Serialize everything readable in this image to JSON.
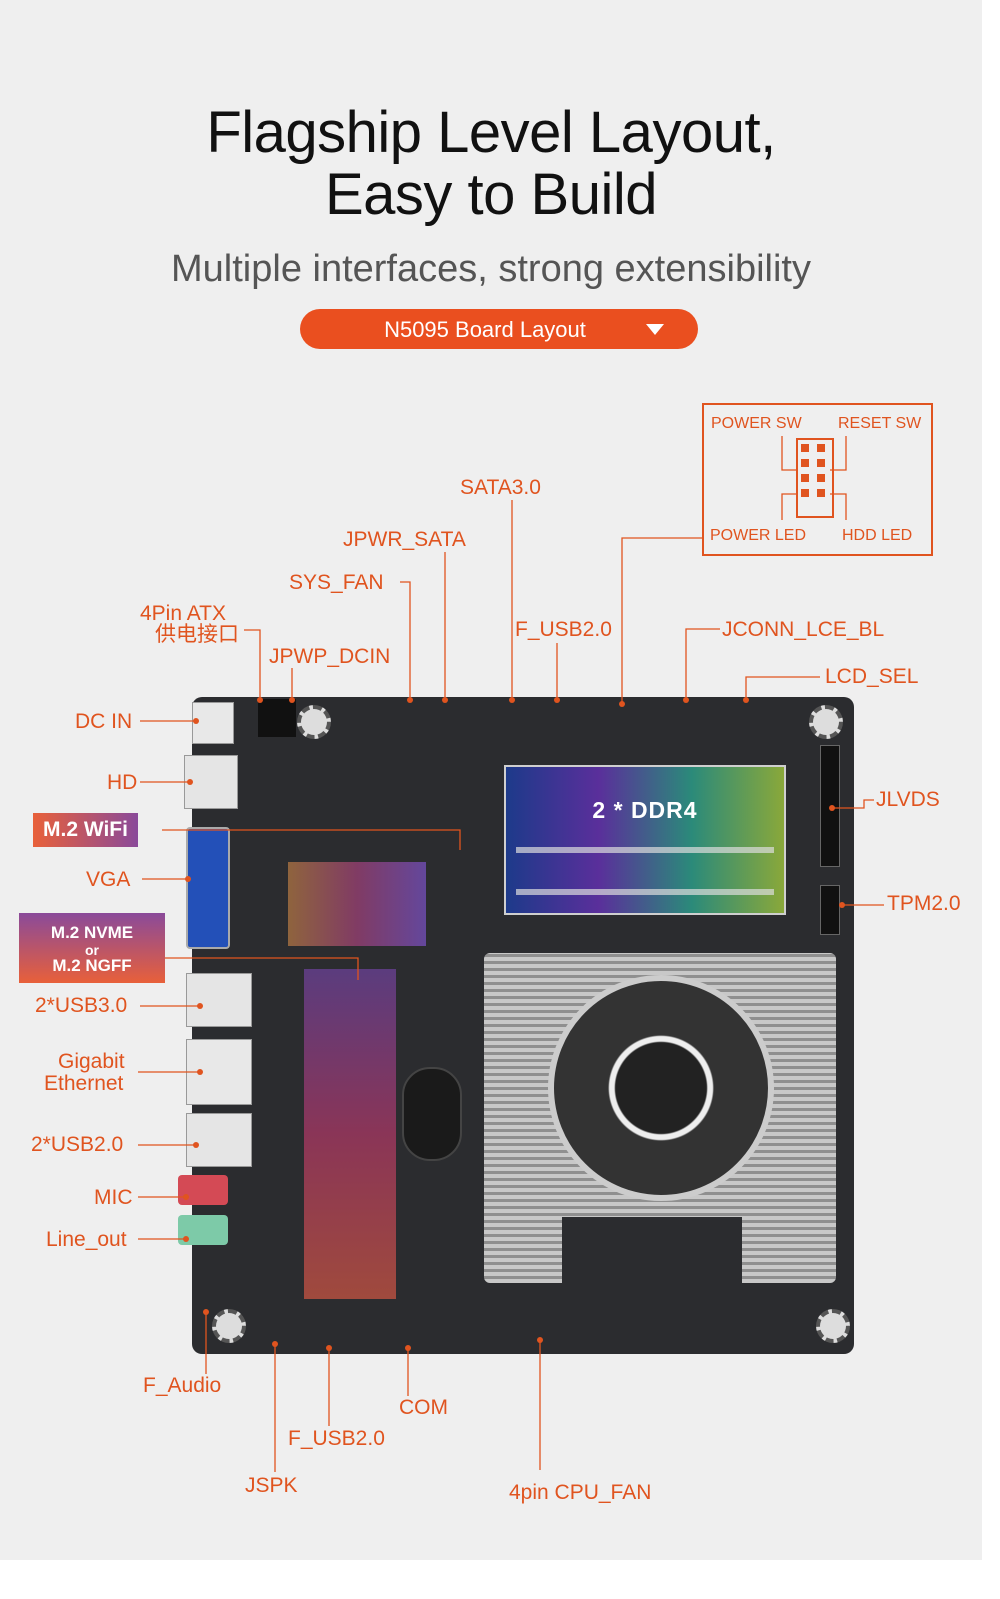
{
  "heading": {
    "title_line1": "Flagship Level Layout,",
    "title_line2": "Easy to Build",
    "subtitle": "Multiple interfaces, strong extensibility"
  },
  "selector": {
    "label": "N5095 Board Layout",
    "icon": "chevron-down-icon"
  },
  "colors": {
    "accent": "#e0541f",
    "button": "#ea4f1f",
    "board": "#2b2c2f",
    "background": "#efefef"
  },
  "board": {
    "ram_label": "2 * DDR4"
  },
  "front_panel": {
    "power_sw": "POWER SW",
    "reset_sw": "RESET SW",
    "power_led": "POWER LED",
    "hdd_led": "HDD  LED"
  },
  "labels": {
    "sata": "SATA3.0",
    "jpwr_sata": "JPWR_SATA",
    "sys_fan": "SYS_FAN",
    "atx_line1": "4Pin ATX",
    "atx_line2": "供电接口",
    "jpwp_dcin": "JPWP_DCIN",
    "f_usb_top": "F_USB2.0",
    "jconn": "JCONN_LCE_BL",
    "lcd_sel": "LCD_SEL",
    "dc_in": "DC IN",
    "hd": "HD",
    "m2_wifi": "M.2 WiFi",
    "vga": "VGA",
    "nvme_line1": "M.2 NVME",
    "nvme_line2": "or",
    "nvme_line3": "M.2 NGFF",
    "usb3": "2*USB3.0",
    "gigabit_line1": "Gigabit",
    "gigabit_line2": "Ethernet",
    "usb2": "2*USB2.0",
    "mic": "MIC",
    "line_out": "Line_out",
    "jlvds": "JLVDS",
    "tpm": "TPM2.0",
    "f_audio": "F_Audio",
    "com": "COM",
    "f_usb_bottom": "F_USB2.0",
    "jspk": "JSPK",
    "cpu_fan": "4pin CPU_FAN"
  }
}
